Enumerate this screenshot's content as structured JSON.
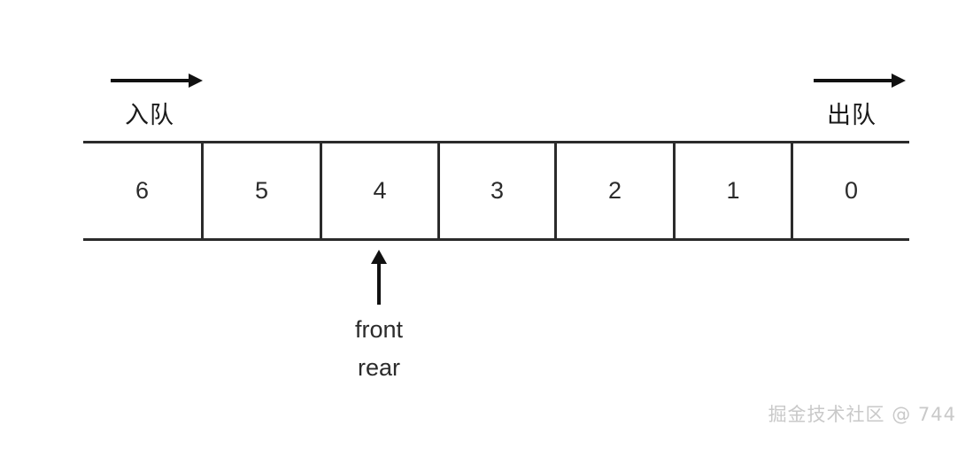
{
  "diagram": {
    "title": "queue-diagram",
    "enqueue": {
      "label": "入队",
      "arrow_icon": "arrow-right-icon"
    },
    "dequeue": {
      "label": "出队",
      "arrow_icon": "arrow-right-icon"
    },
    "pointer": {
      "arrow_icon": "arrow-up-icon",
      "labels": [
        "front",
        "rear"
      ],
      "points_to_index": 2
    },
    "cells": [
      {
        "value": "6"
      },
      {
        "value": "5"
      },
      {
        "value": "4"
      },
      {
        "value": "3"
      },
      {
        "value": "2"
      },
      {
        "value": "1"
      },
      {
        "value": "0"
      }
    ],
    "colors": {
      "background": "#ffffff",
      "line": "#2b2b2b",
      "arrow": "#111111",
      "text": "#2b2b2b",
      "watermark": "#c9c9c9"
    }
  },
  "watermark": {
    "text": "掘金技术社区 @ 744"
  }
}
